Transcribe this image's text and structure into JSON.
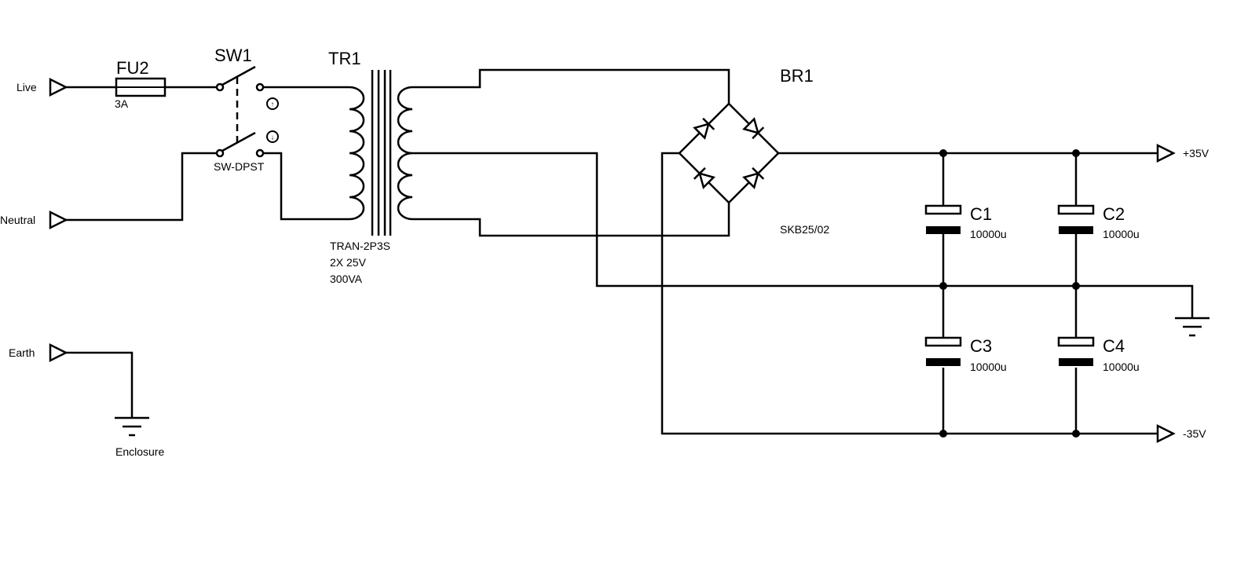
{
  "ports": {
    "live": "Live",
    "neutral": "Neutral",
    "earth": "Earth",
    "pos": "+35V",
    "neg": "-35V"
  },
  "fuse": {
    "ref": "FU2",
    "value": "3A"
  },
  "switch": {
    "ref": "SW1",
    "value": "SW-DPST",
    "mark_top": "↑",
    "mark_bottom": "↓"
  },
  "transformer": {
    "ref": "TR1",
    "value_lines": [
      "TRAN-2P3S",
      "2X 25V",
      "300VA"
    ]
  },
  "bridge": {
    "ref": "BR1",
    "value": "SKB25/02"
  },
  "capacitors": [
    {
      "ref": "C1",
      "value": "10000u"
    },
    {
      "ref": "C2",
      "value": "10000u"
    },
    {
      "ref": "C3",
      "value": "10000u"
    },
    {
      "ref": "C4",
      "value": "10000u"
    }
  ],
  "enclosure_label": "Enclosure"
}
